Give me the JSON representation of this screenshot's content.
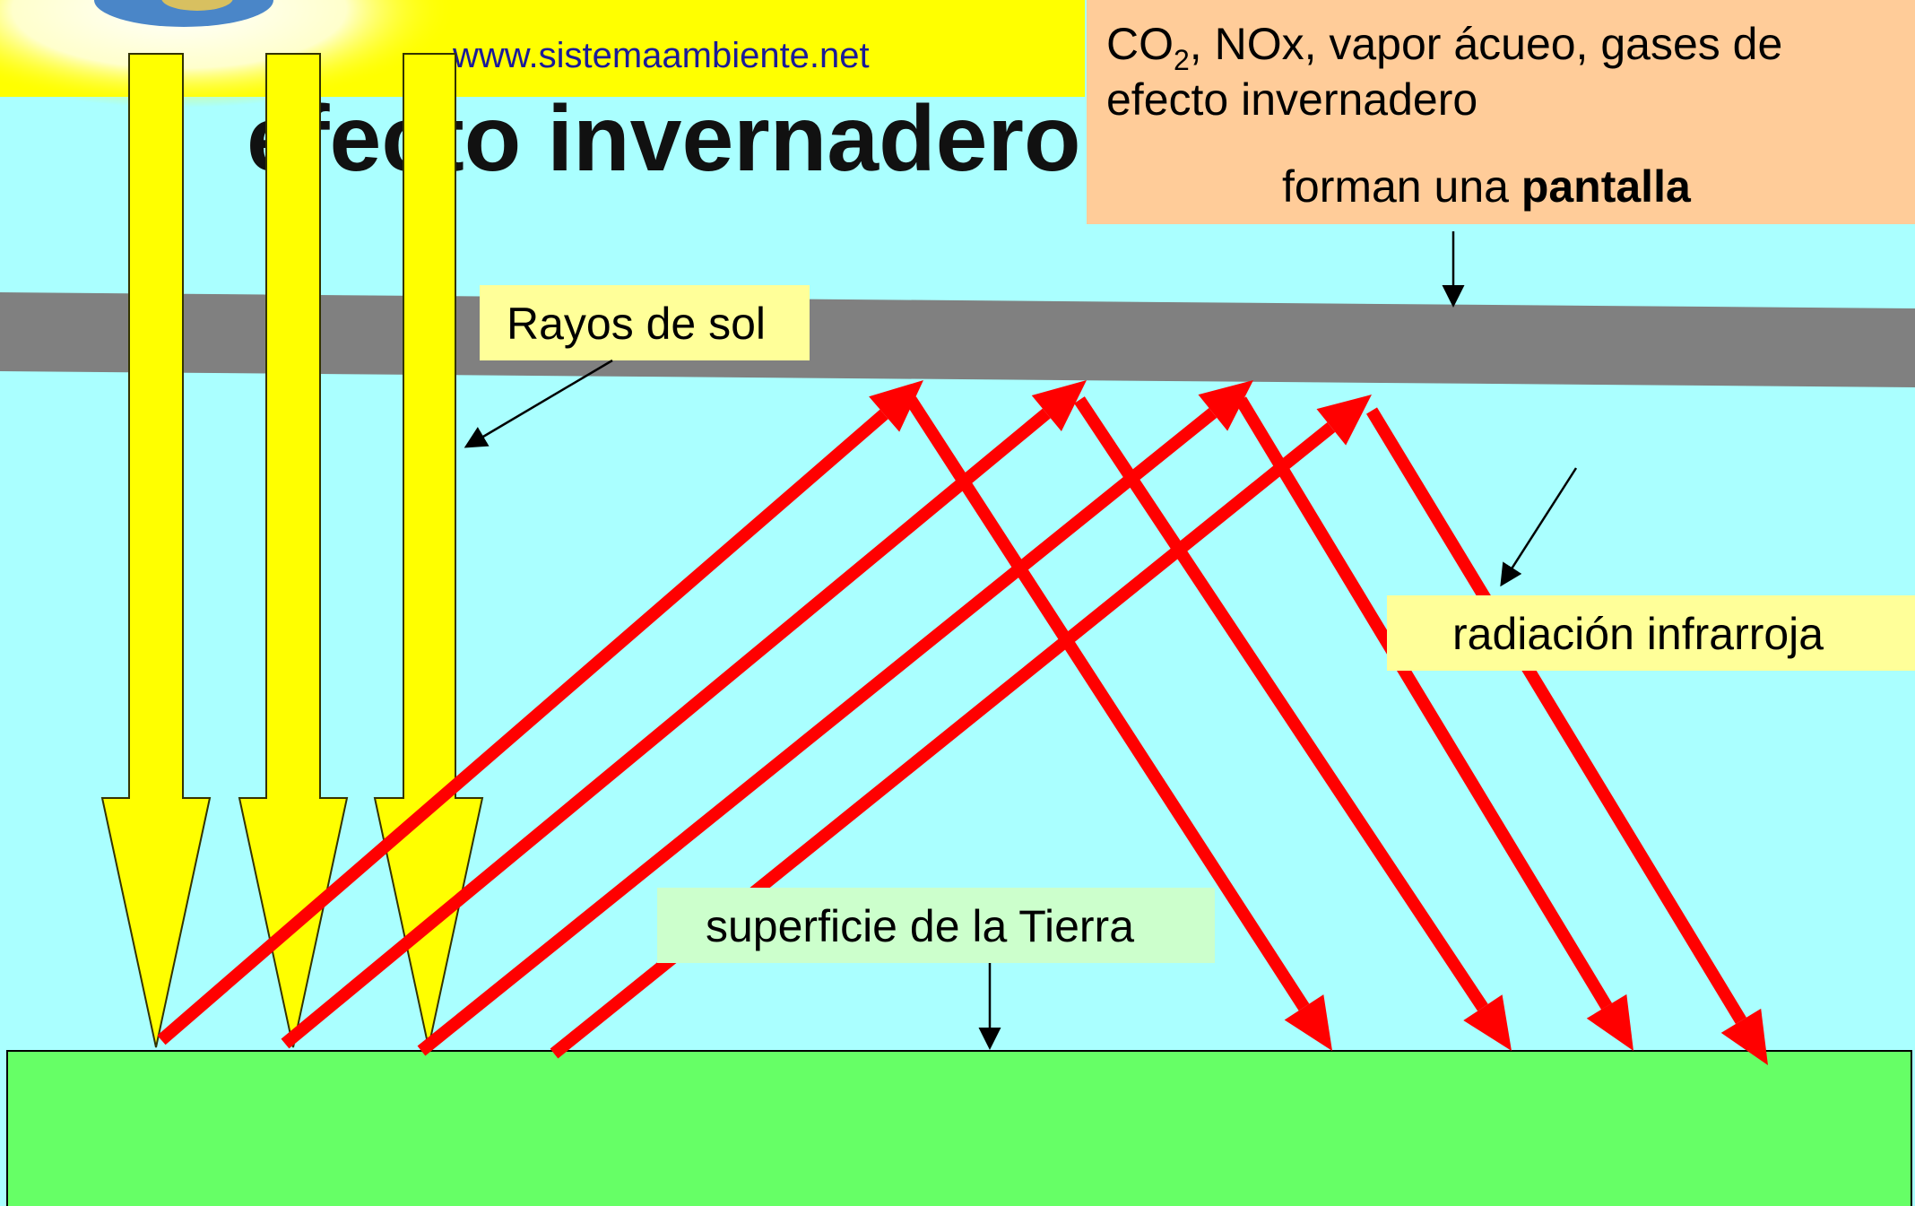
{
  "header": {
    "url": "www.sistemaambiente.net",
    "title": "efecto invernadero"
  },
  "labels": {
    "gases_prefix": "CO",
    "gases_sub": "2",
    "gases_rest": ",  NOx, vapor ácueo, gases de",
    "gases_line2": "efecto invernadero",
    "pantalla_prefix": "forman una ",
    "pantalla_bold": "pantalla",
    "rayos": "Rayos de sol",
    "radiacion": "radiación infrarroja",
    "superficie": "superficie de la Tierra"
  },
  "colors": {
    "sky": "#aaffff",
    "ground": "#66ff66",
    "screen_band": "#808080",
    "sun_rays": "#ffff00",
    "infrared": "#ff0000",
    "gases_box": "#ffcc99",
    "yellow_label": "#ffff99",
    "green_label": "#ccffcc",
    "header_band": "#ffff00"
  },
  "icons": {
    "logo": "globe-sun-logo"
  }
}
